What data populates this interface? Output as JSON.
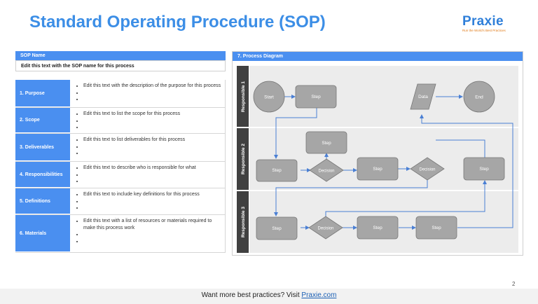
{
  "slide": {
    "title": "Standard Operating Procedure (SOP)",
    "page_number": "2"
  },
  "logo": {
    "word": "Praxie",
    "tagline": "Run the World's Best Practices"
  },
  "footer": {
    "text": "Want more best practices? Visit ",
    "link": "Praxie.com"
  },
  "sop": {
    "header": "SOP Name",
    "name_text": "Edit this text with the SOP name for this process",
    "rows": [
      {
        "label": "1. Purpose",
        "bullets": [
          "Edit this text with the description of the purpose for this process",
          "",
          ""
        ]
      },
      {
        "label": "2. Scope",
        "bullets": [
          "Edit this text to list the scope for this process",
          "",
          ""
        ]
      },
      {
        "label": "3. Deliverables",
        "bullets": [
          "Edit this text to list deliverables for this process",
          "",
          ""
        ]
      },
      {
        "label": "4. Responsibilities",
        "bullets": [
          "Edit this text to describe who is responsible for what",
          "",
          ""
        ]
      },
      {
        "label": "5. Definitions",
        "bullets": [
          "Edit this text to include key definitions for this process",
          "",
          ""
        ]
      },
      {
        "label": "6. Materials",
        "bullets": [
          "Edit this text with a list of resources or materials required to make this process work",
          "",
          ""
        ]
      }
    ]
  },
  "diagram": {
    "header": "7. Process Diagram",
    "lanes": [
      "Responsible 1",
      "Responsible 2",
      "Responsible 3"
    ],
    "nodes": {
      "start": "Start",
      "step_r1": "Step",
      "data": "Data",
      "end": "End",
      "step_top_r2": "Step",
      "step_a_r2": "Step",
      "decision_a_r2": "Decision",
      "step_b_r2": "Step",
      "decision_b_r2": "Decision",
      "step_c_r2": "Step",
      "step_a_r3": "Step",
      "decision_r3": "Decision",
      "step_b_r3": "Step",
      "step_c_r3": "Step"
    },
    "colors": {
      "lane_bg": "#ececec",
      "lane_label_bg": "#404040",
      "node_fill": "#a6a6a6",
      "arrow": "#4a7fd4"
    }
  }
}
